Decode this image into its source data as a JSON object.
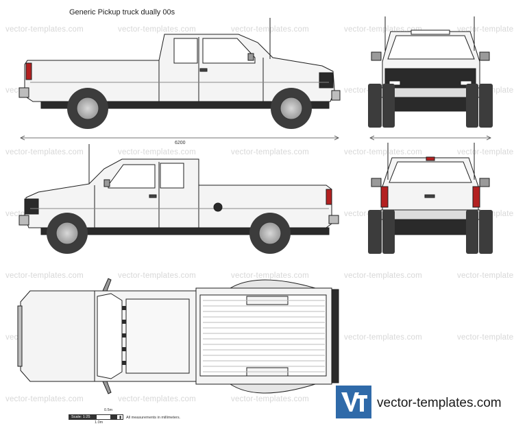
{
  "title": "Generic Pickup truck dually 00s",
  "watermark": "vector-templates.com",
  "dimension_length": "6200",
  "scale": {
    "label": "Scale: 1:25",
    "half_meter": "0.5m",
    "one_meter": "1.0m",
    "note": "All measurements in millimeters."
  },
  "logo": {
    "mark": "VT",
    "text": "vector-templates.com"
  },
  "colors": {
    "body_fill": "#f4f4f4",
    "outline": "#1e1e1e",
    "tire": "#3c3c3c",
    "logo_blue": "#2f6aa9"
  }
}
